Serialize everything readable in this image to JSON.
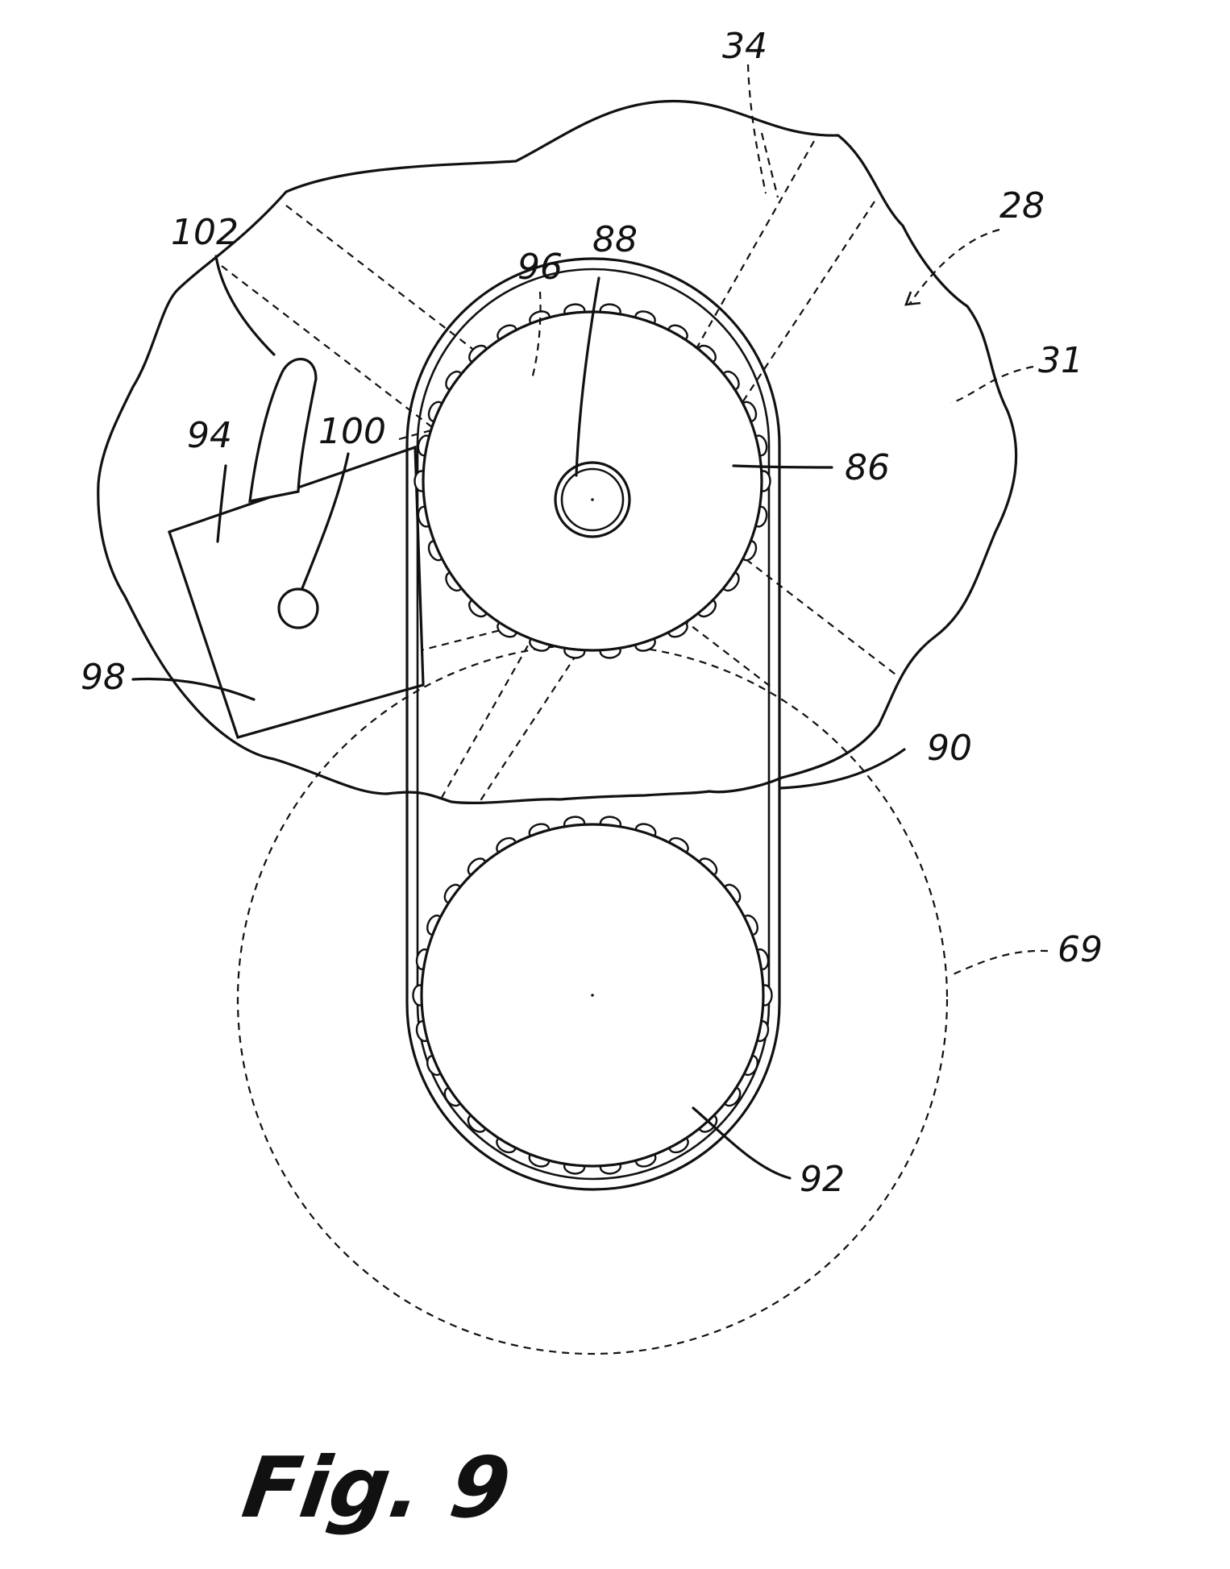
{
  "figure": {
    "caption": "Fig. 9",
    "labels": {
      "l34": "34",
      "l28": "28",
      "l102": "102",
      "l96": "96",
      "l88": "88",
      "l31": "31",
      "l94": "94",
      "l100": "100",
      "l86": "86",
      "l98": "98",
      "l90": "90",
      "l69": "69",
      "l92": "92"
    }
  }
}
